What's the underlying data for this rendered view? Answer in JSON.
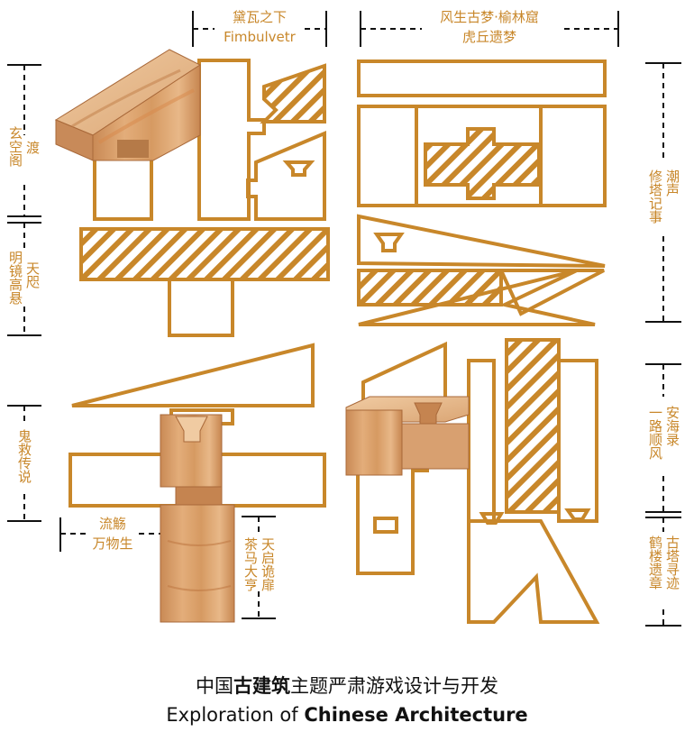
{
  "labels": {
    "top_left_1": "黛瓦之下",
    "top_left_2": "Fimbulvetr",
    "top_right_1": "风生古梦·榆林窟",
    "top_right_2": "虎丘遗梦",
    "left_1_a": "渡",
    "left_1_b": "玄空阁",
    "left_2_a": "天咫",
    "left_2_b": "明镜高悬",
    "left_3": "鬼救传说",
    "bottom_left_1": "流觞",
    "bottom_left_2": "万物生",
    "bottom_mid_a": "天启诡扉",
    "bottom_mid_b": "茶马大亨",
    "right_1_a": "潮声",
    "right_1_b": "修塔记事",
    "right_2_a": "安海录",
    "right_2_b": "一路顺风",
    "right_3_a": "古塔寻迹",
    "right_3_b": "鹤楼遗章"
  },
  "title": {
    "cn_pre": "中国",
    "cn_bold": "古建筑",
    "cn_post": "主题严肃游戏设计与开发",
    "en_pre": "Exploration of ",
    "en_bold": "Chinese Architecture"
  },
  "colors": {
    "accent": "#c8872a",
    "wood": "#d9a06a",
    "ink": "#111111"
  }
}
